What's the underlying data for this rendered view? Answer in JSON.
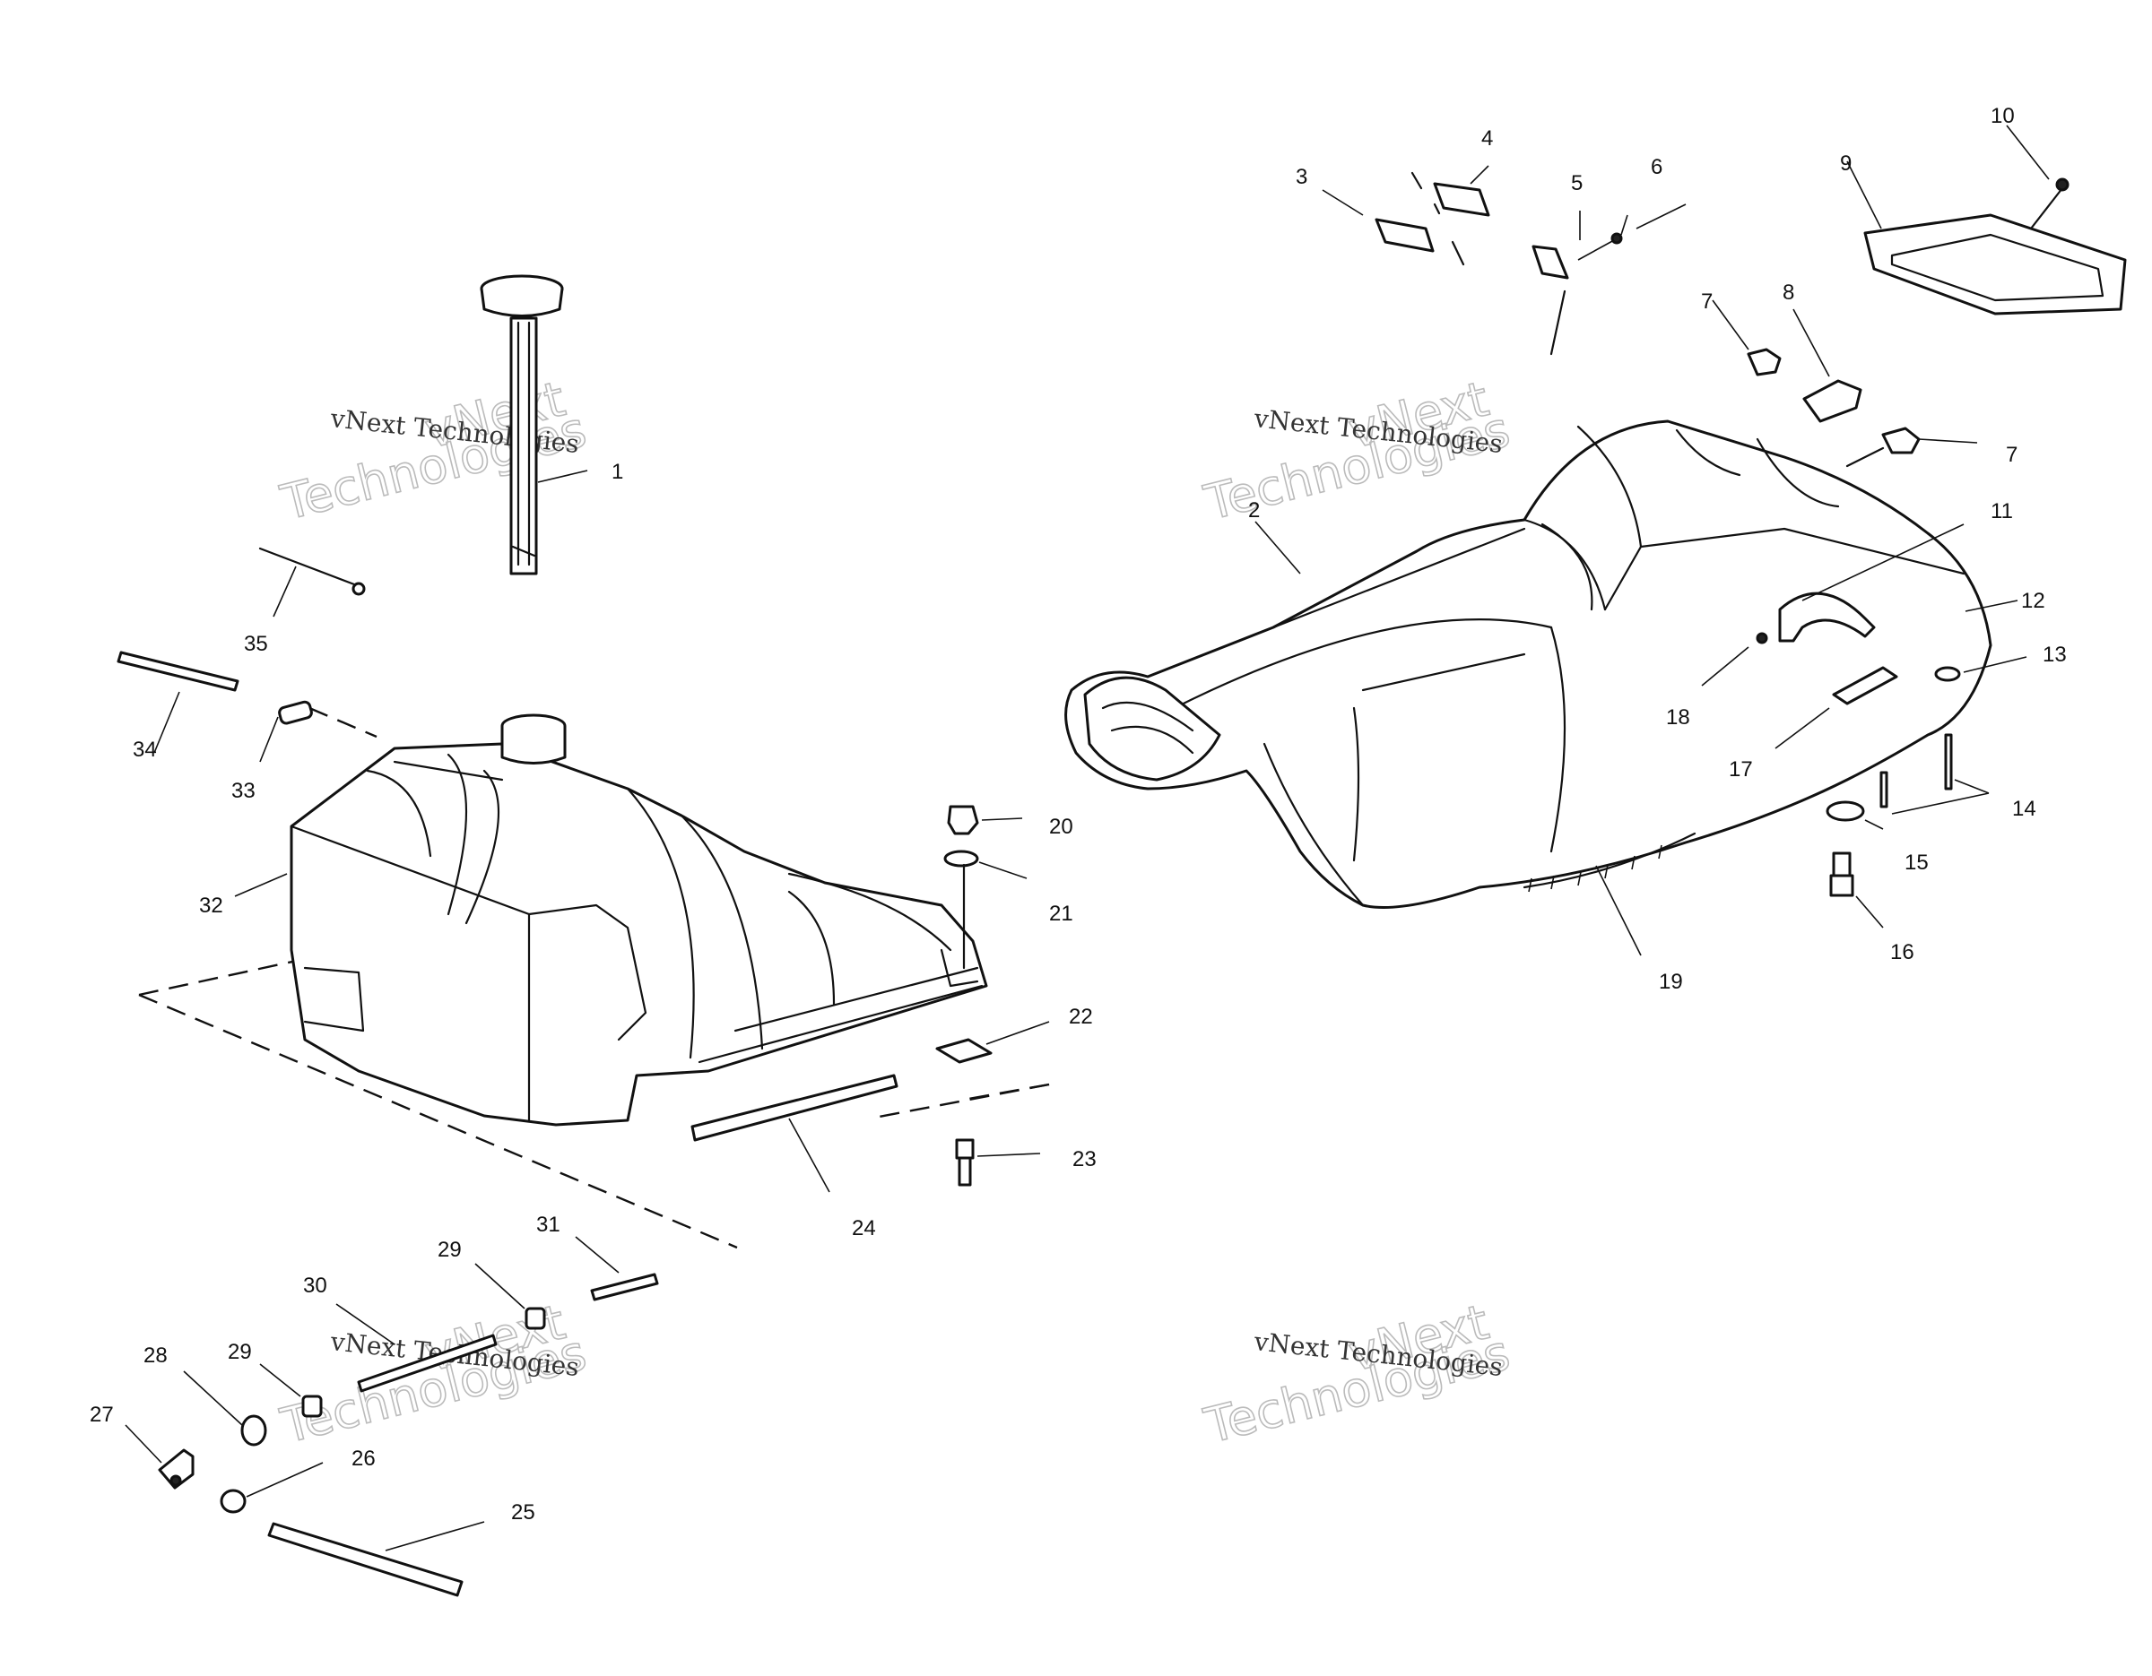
{
  "watermark": {
    "line1": "vNext Technologies",
    "big_a": "vNext",
    "big_b": "Technologies"
  },
  "callouts": [
    "1",
    "2",
    "3",
    "4",
    "5",
    "6",
    "7",
    "7",
    "8",
    "9",
    "10",
    "11",
    "12",
    "13",
    "14",
    "15",
    "16",
    "17",
    "18",
    "19",
    "20",
    "21",
    "22",
    "23",
    "24",
    "25",
    "26",
    "27",
    "28",
    "29",
    "29",
    "30",
    "31",
    "32",
    "33",
    "34",
    "35"
  ]
}
